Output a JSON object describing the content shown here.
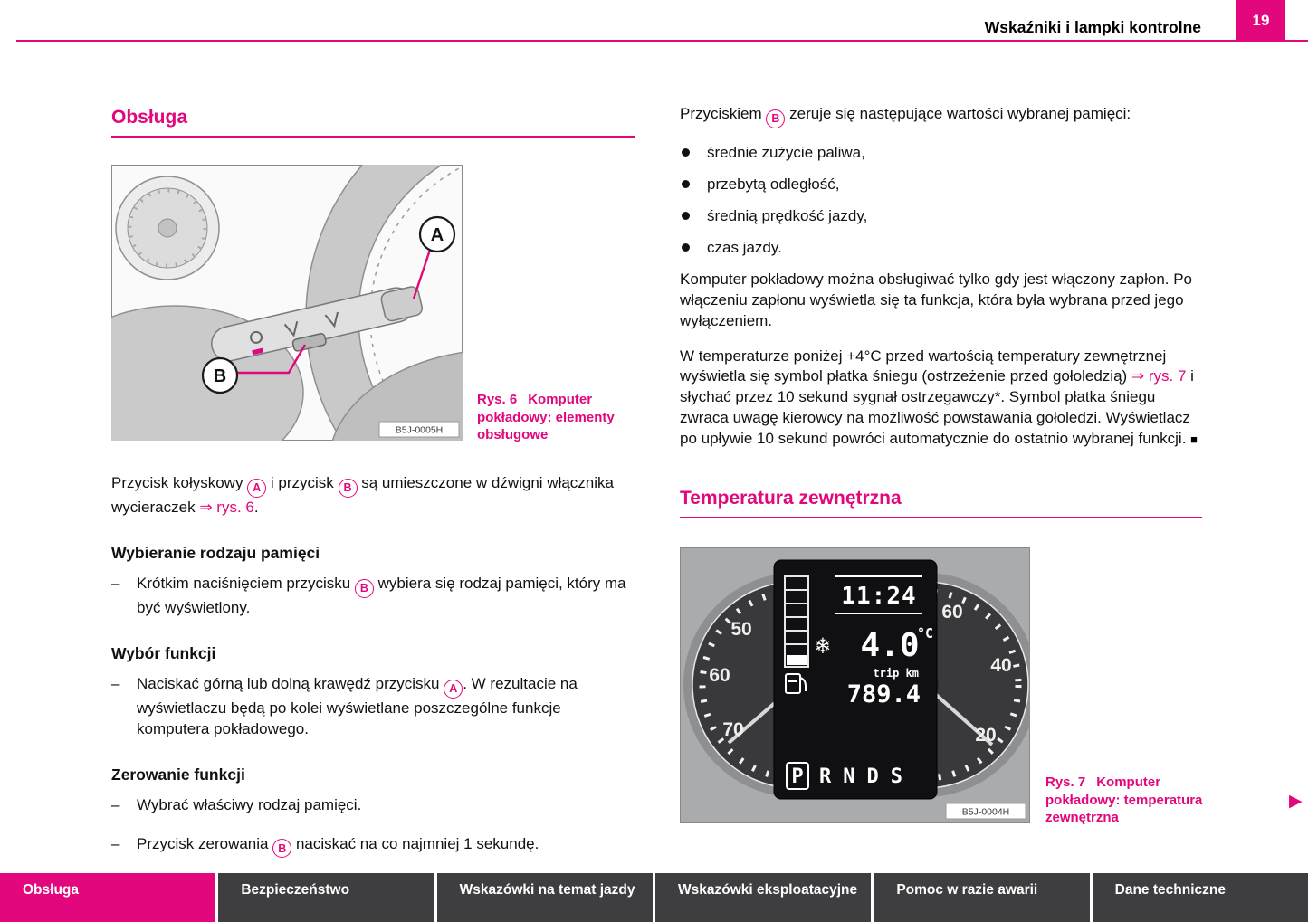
{
  "colors": {
    "accent": "#E2077C",
    "nav_inactive_bg": "#3E3E40",
    "nav_active_bg": "#E2077C",
    "lcd_snowflake_pink": "#F0509E"
  },
  "header": {
    "title": "Wskaźniki i lampki kontrolne",
    "page_number": "19"
  },
  "left": {
    "section_title": "Obsługa",
    "figure6": {
      "callout_a": "A",
      "callout_b": "B",
      "image_code": "B5J-0005H",
      "caption_label": "Rys. 6",
      "caption_text": "Komputer pokładowy: elementy obsługowe"
    },
    "intro": {
      "t1": "Przycisk kołyskowy ",
      "badge_a": "A",
      "t2": " i przycisk ",
      "badge_b": "B",
      "t3": " są umieszczone w dźwigni włącznika wycieraczek ",
      "link": "⇒ rys. 6",
      "t4": "."
    },
    "memory": {
      "heading": "Wybieranie rodzaju pamięci",
      "t1": "Krótkim naciśnięciem przycisku ",
      "badge_b": "B",
      "t2": " wybiera się rodzaj pamięci, który ma być wyświetlony."
    },
    "function": {
      "heading": "Wybór funkcji",
      "t1": "Naciskać górną lub dolną krawędź przycisku ",
      "badge_a": "A",
      "t2": ". W rezultacie na wyświetlaczu będą po kolei wyświetlane poszczególne funkcje komputera pokładowego."
    },
    "reset": {
      "heading": "Zerowanie funkcji",
      "item1": "Wybrać właściwy rodzaj pamięci.",
      "t1": "Przycisk zerowania ",
      "badge_b": "B",
      "t2": " naciskać na co najmniej 1 sekundę."
    }
  },
  "right": {
    "intro": {
      "t1": "Przyciskiem ",
      "badge_b": "B",
      "t2": " zeruje się następujące wartości wybranej pamięci:"
    },
    "bullets": [
      "średnie zużycie paliwa,",
      "przebytą odległość,",
      "średnią prędkość jazdy,",
      "czas jazdy."
    ],
    "p1": "Komputer pokładowy można obsługiwać tylko gdy jest włączony zapłon. Po włączeniu zapłonu wyświetla się ta funkcja, która była wybrana przed jego wyłączeniem.",
    "p2": {
      "t1": "W temperaturze poniżej +4°C przed wartością temperatury zewnętrznej wyświetla się symbol płatka śniegu (ostrzeżenie przed gołoledzią) ",
      "link": "⇒ rys. 7",
      "t2": " i słychać przez 10 sekund sygnał ostrzegawczy*. Symbol płatka śniegu zwraca uwagę kierowcy na możliwość powstawania gołoledzi. Wyświetlacz po upływie 10 sekund powróci automatycznie do ostatnio wybranej funkcji. ",
      "end_mark": "■"
    },
    "section_title": "Temperatura zewnętrzna",
    "figure7": {
      "clock": "11:24",
      "snowflake": "❄",
      "temp_value": "4.0",
      "temp_unit": "°C",
      "trip_label": "trip km",
      "trip_value": "789.4",
      "gear_selected": "P",
      "gears_rest": "RNDS",
      "left_gauge_numbers": [
        "50",
        "60",
        "70"
      ],
      "right_gauge_numbers": [
        "60",
        "40",
        "20"
      ],
      "image_code": "B5J-0004H",
      "caption_label": "Rys. 7",
      "caption_text": "Komputer pokładowy: temperatura zewnętrzna"
    }
  },
  "glyphs": {
    "next_arrow": "▶",
    "dash": "–"
  },
  "footer": {
    "tabs": [
      {
        "label": "Obsługa",
        "active": true
      },
      {
        "label": "Bezpieczeństwo",
        "active": false
      },
      {
        "label": "Wskazówki na temat jazdy",
        "active": false
      },
      {
        "label": "Wskazówki eksploatacyjne",
        "active": false
      },
      {
        "label": "Pomoc w razie awarii",
        "active": false
      },
      {
        "label": "Dane techniczne",
        "active": false
      }
    ]
  }
}
